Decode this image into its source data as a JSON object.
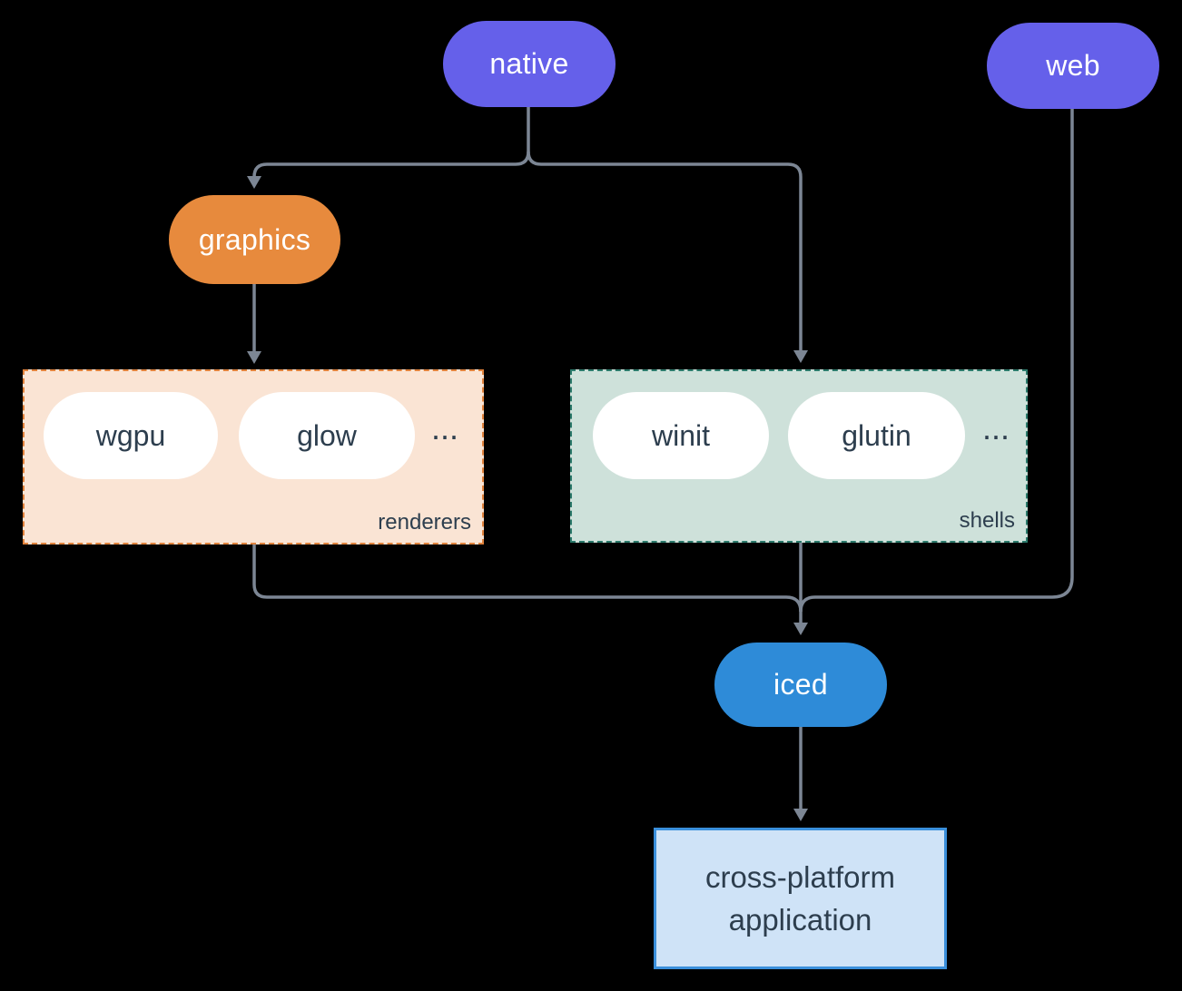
{
  "colors": {
    "background": "#000000",
    "connector": "#7C8694",
    "native_fill": "#6560EA",
    "web_fill": "#6560EA",
    "graphics_fill": "#E78A3D",
    "iced_fill": "#2E8BD8",
    "renderers_bg": "#FAE4D4",
    "renderers_border": "#E0823C",
    "shells_bg": "#CEE1DA",
    "shells_border": "#2B7A6B",
    "app_box_bg": "#CFE3F7",
    "app_box_border": "#3A8FDB",
    "dark_text": "#2D3E4E",
    "light_text": "#FFFFFF"
  },
  "nodes": {
    "native": "native",
    "web": "web",
    "graphics": "graphics",
    "iced": "iced"
  },
  "renderers_group": {
    "label": "renderers",
    "items": [
      "wgpu",
      "glow"
    ],
    "ellipsis": "..."
  },
  "shells_group": {
    "label": "shells",
    "items": [
      "winit",
      "glutin"
    ],
    "ellipsis": "..."
  },
  "app_box": {
    "line1": "cross-platform",
    "line2": "application"
  }
}
